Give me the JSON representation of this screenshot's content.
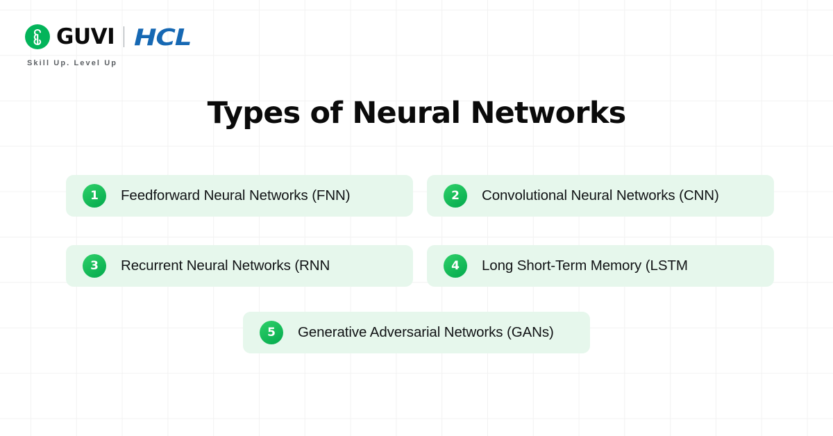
{
  "brand": {
    "logo_icon": "guvi-g-logo-icon",
    "guvi_name": "GUVI",
    "partner_name": "HCL",
    "tagline": "Skill Up. Level Up",
    "guvi_green": "#03b45a",
    "hcl_blue": "#1668b3"
  },
  "title": "Types of Neural Networks",
  "theme": {
    "card_bg": "#e6f7ec",
    "badge_green": "#17bd5c",
    "text_color": "#101214",
    "grid_line": "#f2f2f2"
  },
  "items": [
    {
      "number": "1",
      "label": "Feedforward Neural Networks (FNN)"
    },
    {
      "number": "2",
      "label": "Convolutional Neural Networks (CNN)"
    },
    {
      "number": "3",
      "label": "Recurrent Neural Networks (RNN"
    },
    {
      "number": "4",
      "label": "Long Short-Term Memory (LSTM"
    },
    {
      "number": "5",
      "label": "Generative Adversarial Networks (GANs)"
    }
  ]
}
